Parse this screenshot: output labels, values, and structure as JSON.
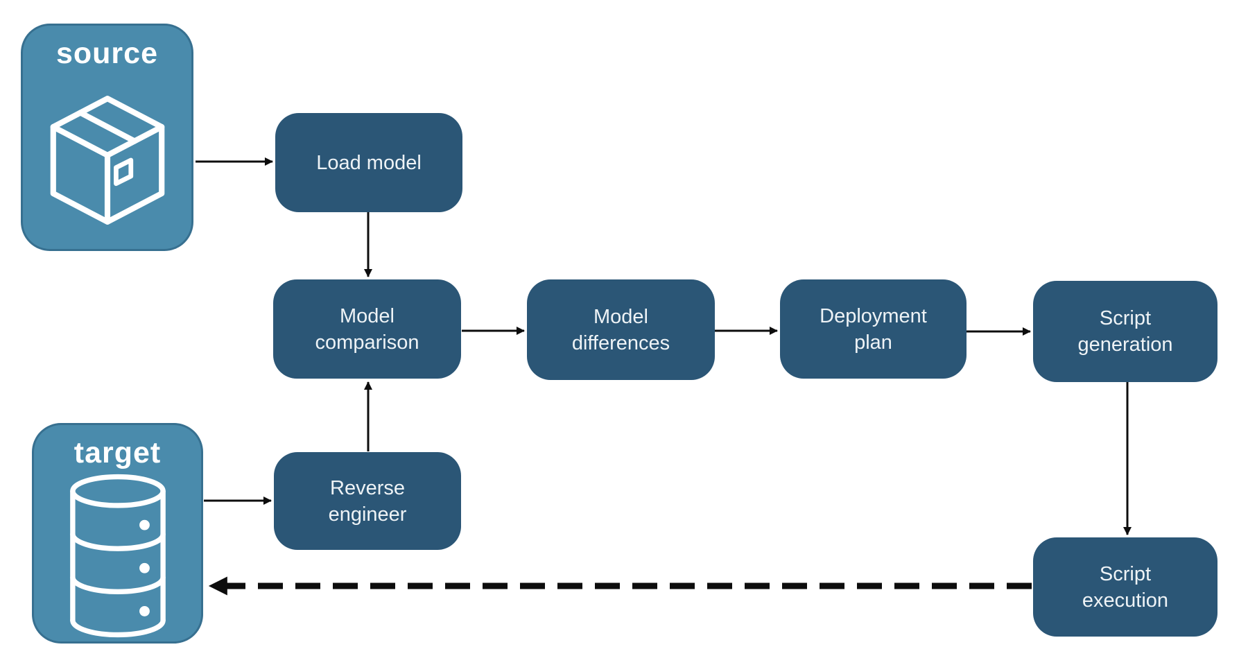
{
  "diagram": {
    "colors": {
      "node_fill": "#2B5676",
      "endpoint_fill": "#4A8BAC",
      "endpoint_border": "#377090",
      "arrow": "#0d0d0d",
      "label_text": "#EEF3F6"
    },
    "endpoints": {
      "source": {
        "label": "source",
        "icon": "package-icon"
      },
      "target": {
        "label": "target",
        "icon": "database-icon"
      }
    },
    "nodes": {
      "load_model": {
        "label": "Load model"
      },
      "model_comparison": {
        "label": "Model comparison"
      },
      "model_differences": {
        "label": "Model differences"
      },
      "deployment_plan": {
        "label": "Deployment plan"
      },
      "script_generation": {
        "label": "Script generation"
      },
      "reverse_engineer": {
        "label": "Reverse engineer"
      },
      "script_execution": {
        "label": "Script execution"
      }
    },
    "edges": [
      {
        "from": "source",
        "to": "load_model",
        "style": "solid"
      },
      {
        "from": "load_model",
        "to": "model_comparison",
        "style": "solid"
      },
      {
        "from": "model_comparison",
        "to": "model_differences",
        "style": "solid"
      },
      {
        "from": "model_differences",
        "to": "deployment_plan",
        "style": "solid"
      },
      {
        "from": "deployment_plan",
        "to": "script_generation",
        "style": "solid"
      },
      {
        "from": "script_generation",
        "to": "script_execution",
        "style": "solid"
      },
      {
        "from": "target",
        "to": "reverse_engineer",
        "style": "solid"
      },
      {
        "from": "reverse_engineer",
        "to": "model_comparison",
        "style": "solid"
      },
      {
        "from": "script_execution",
        "to": "target",
        "style": "dashed"
      }
    ]
  }
}
